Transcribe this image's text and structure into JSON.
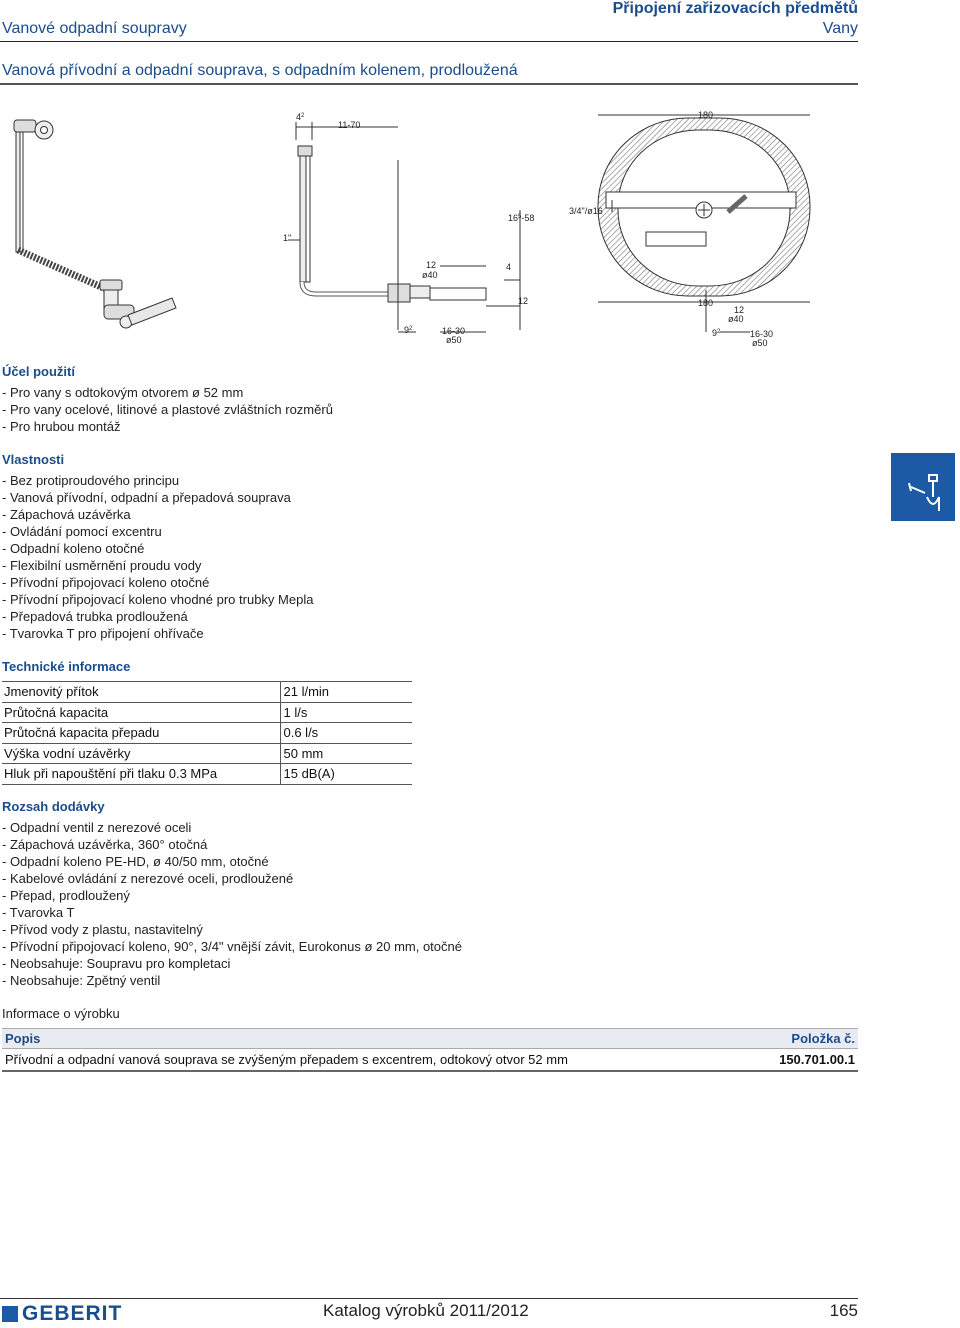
{
  "header": {
    "left": "Vanové odpadní soupravy",
    "right_title": "Připojení zařizovacích předmětů",
    "right_sub": "Vany"
  },
  "subtitle": "Vanová přívodní a odpadní souprava, s odpadním kolenem, prodloužená",
  "figure": {
    "dims": {
      "d_42": "4",
      "d_42_sup": "2",
      "d_11_70": "11-70",
      "d_1inch": "1\"",
      "d_16": "16",
      "d_16_sup": "5",
      "d_16_rest": "-58",
      "d_12_top": "12",
      "d_o40": "ø40",
      "d_4": "4",
      "d_12_right": "12",
      "d_9": "9",
      "d_9_sup": "2",
      "d_16_30": "16-30",
      "d_o50": "ø50",
      "d_34_16": "3/4\"/ø16",
      "d_180_top": "180",
      "d_180_bot": "180",
      "d2_12": "12",
      "d2_o40": "ø40",
      "d2_9": "9",
      "d2_9_sup": "2",
      "d2_16_30": "16-30",
      "d2_o50": "ø50"
    }
  },
  "usage": {
    "title": "Účel použití",
    "items": [
      "- Pro vany s odtokovým otvorem ø 52 mm",
      "- Pro vany ocelové, litinové a plastové zvláštních rozměrů",
      "- Pro hrubou montáž"
    ]
  },
  "properties": {
    "title": "Vlastnosti",
    "items": [
      "- Bez protiproudového principu",
      "- Vanová přívodní, odpadní a přepadová souprava",
      "- Zápachová uzávěrka",
      "- Ovládání pomocí excentru",
      "- Odpadní koleno otočné",
      "- Flexibilní usměrnění proudu vody",
      "- Přívodní připojovací koleno otočné",
      "- Přívodní připojovací koleno vhodné pro trubky Mepla",
      "- Přepadová trubka prodloužená",
      "- Tvarovka T pro připojení ohřívače"
    ]
  },
  "technical": {
    "title": "Technické informace",
    "rows": [
      {
        "label": "Jmenovitý přítok",
        "value": "21 l/min"
      },
      {
        "label": "Průtočná kapacita",
        "value": "1 l/s"
      },
      {
        "label": "Průtočná kapacita přepadu",
        "value": "0.6 l/s"
      },
      {
        "label": "Výška vodní uzávěrky",
        "value": "50 mm"
      },
      {
        "label": "Hluk při napouštění při tlaku 0.3 MPa",
        "value": "15 dB(A)"
      }
    ]
  },
  "delivery": {
    "title": "Rozsah dodávky",
    "items": [
      "- Odpadní ventil z nerezové oceli",
      "- Zápachová uzávěrka, 360° otočná",
      "- Odpadní koleno PE-HD, ø 40/50 mm, otočné",
      "- Kabelové ovládání z nerezové oceli, prodloužené",
      "- Přepad, prodloužený",
      "- Tvarovka T",
      "- Přívod vody z plastu, nastavitelný",
      "- Přívodní připojovací koleno, 90°, 3/4\" vnější závit, Eurokonus ø 20 mm, otočné",
      "- Neobsahuje: Soupravu pro kompletaci",
      "- Neobsahuje: Zpětný ventil"
    ]
  },
  "product_info": {
    "title": "Informace o výrobku",
    "col_desc": "Popis",
    "col_item": "Položka č.",
    "rows": [
      {
        "desc": "Přívodní a odpadní vanová souprava se zvýšeným přepadem s excentrem, odtokový otvor 52 mm",
        "item": "150.701.00.1"
      }
    ]
  },
  "footer": {
    "logo": "GEBERIT",
    "catalog": "Katalog výrobků 2011/2012",
    "page": "165"
  },
  "colors": {
    "accent": "#1a4d8c",
    "tab": "#1c5aa5"
  }
}
